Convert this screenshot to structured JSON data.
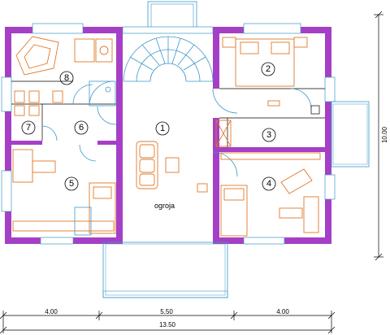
{
  "plan": {
    "terrace_label": "ogroja",
    "room_numbers": [
      "1",
      "2",
      "3",
      "4",
      "5",
      "6",
      "7",
      "8"
    ],
    "dimensions": {
      "bottom_segments": [
        "4.00",
        "5.50",
        "4.00"
      ],
      "bottom_total": "13.50",
      "right_total": "10.00"
    },
    "colors": {
      "walls": "#a53fc6",
      "furniture": "#e0782a",
      "glazing": "#3c98c8",
      "lines": "#000000"
    }
  }
}
